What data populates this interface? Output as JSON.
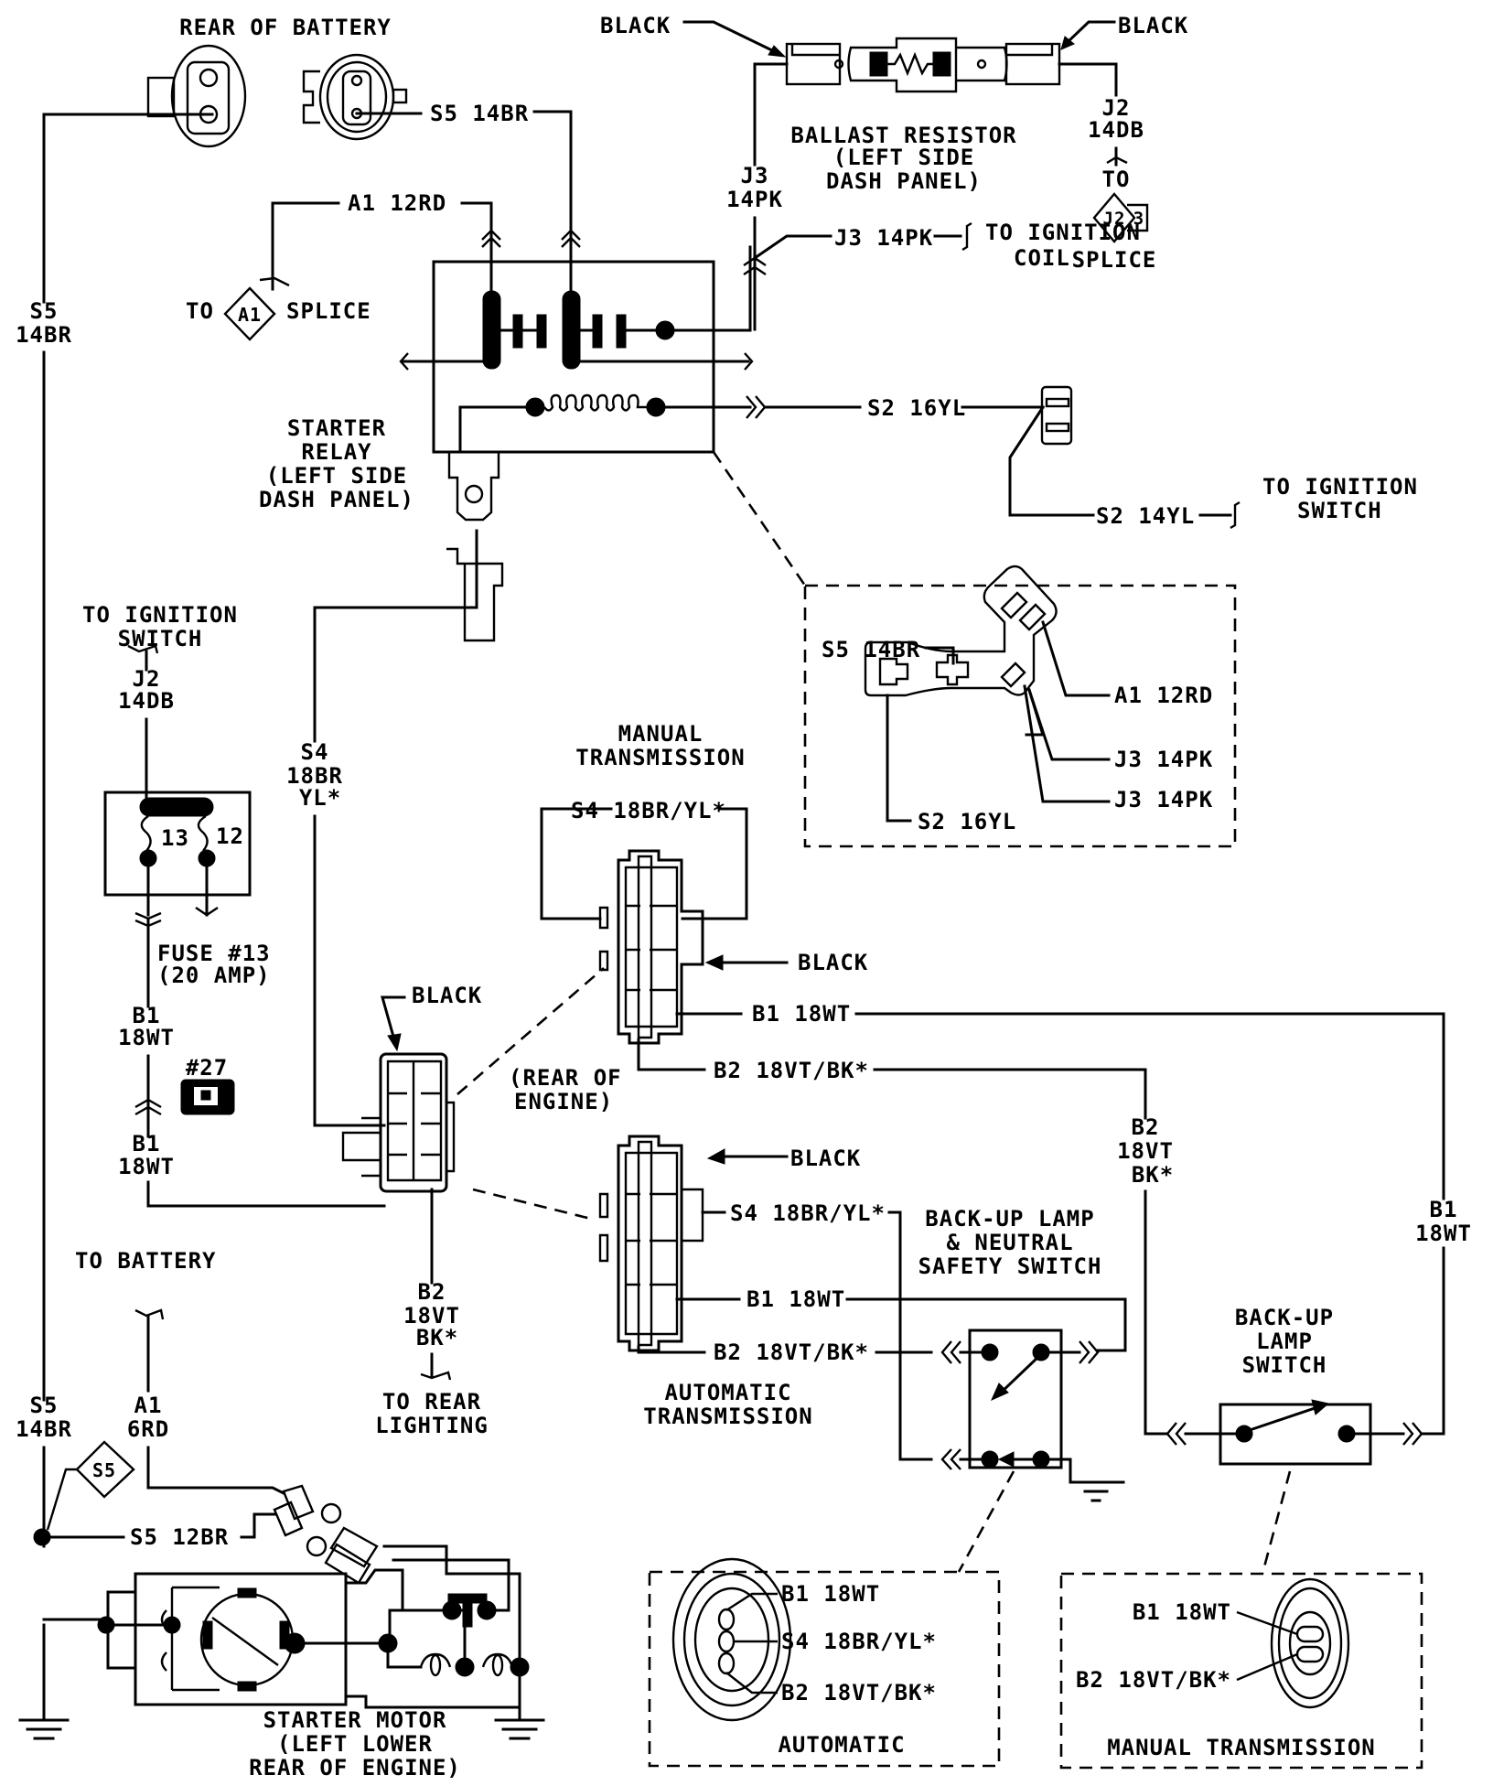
{
  "diagram": {
    "title": "Starting / Ignition / Back-up Lamp Wiring",
    "components": {
      "rear_of_battery": "REAR OF BATTERY",
      "ballast_resistor": [
        "BALLAST RESISTOR",
        "(LEFT SIDE",
        "DASH PANEL)"
      ],
      "starter_relay": [
        "STARTER",
        "RELAY",
        "(LEFT SIDE",
        "DASH PANEL)"
      ],
      "fuse": [
        "FUSE #13",
        "(20 AMP)"
      ],
      "fuse_numbers": [
        "13",
        "12"
      ],
      "connector_27": "#27",
      "rear_of_engine": [
        "(REAR OF",
        "ENGINE)"
      ],
      "manual_transmission": [
        "MANUAL",
        "TRANSMISSION"
      ],
      "automatic_transmission": [
        "AUTOMATIC",
        "TRANSMISSION"
      ],
      "backup_neutral_switch": [
        "BACK-UP LAMP",
        "& NEUTRAL",
        "SAFETY SWITCH"
      ],
      "backup_lamp_switch": [
        "BACK-UP",
        "LAMP",
        "SWITCH"
      ],
      "starter_motor": [
        "STARTER MOTOR",
        "(LEFT LOWER",
        "REAR OF ENGINE)"
      ],
      "detail_automatic": "AUTOMATIC",
      "detail_manual": "MANUAL TRANSMISSION"
    },
    "destinations": {
      "to_ignition_coil": [
        "TO IGNITION",
        "COIL"
      ],
      "to_ignition_switch_right": [
        "TO IGNITION",
        "SWITCH"
      ],
      "to_ignition_switch_left": [
        "TO IGNITION",
        "SWITCH"
      ],
      "to_battery": "TO BATTERY",
      "to_rear_lighting": [
        "TO REAR",
        "LIGHTING"
      ],
      "to_a1_splice": {
        "to": "TO",
        "id": "A1",
        "splice": "SPLICE"
      },
      "to_j2_splice": {
        "to": "TO",
        "id": "J2",
        "num": "3",
        "splice": "SPLICE"
      },
      "s5_splice": "S5"
    },
    "connector_colors": {
      "ballast_left": "BLACK",
      "ballast_right": "BLACK",
      "engine_connector": "BLACK",
      "manual_connector": "BLACK",
      "auto_connector": "BLACK"
    },
    "wires": {
      "s5_14br_top": "S5 14BR",
      "a1_12rd": "A1 12RD",
      "j3_14pk_vert": [
        "J3",
        "14PK"
      ],
      "j3_14pk_coil": "J3 14PK",
      "j2_14db_right": [
        "J2",
        "14DB"
      ],
      "s5_14br_left": [
        "S5",
        "14BR"
      ],
      "s2_16yl": "S2 16YL",
      "s2_14yl": "S2 14YL",
      "j2_14db_left": [
        "J2",
        "14DB"
      ],
      "s4_18br_yl": [
        "S4",
        "18BR",
        "YL*"
      ],
      "b1_18wt_a": [
        "B1",
        "18WT"
      ],
      "b1_18wt_b": [
        "B1",
        "18WT"
      ],
      "b2_18vt_bk_rear": [
        "B2",
        "18VT",
        "BK*"
      ],
      "s4_manual": "S4 18BR/YL*",
      "b1_manual": "B1 18WT",
      "b2_manual": "B2 18VT/BK*",
      "b2_vert": [
        "B2",
        "18VT",
        "BK*"
      ],
      "b1_vert": [
        "B1",
        "18WT"
      ],
      "s4_auto": "S4 18BR/YL*",
      "b1_auto": "B1 18WT",
      "b2_auto": "B2 18VT/BK*",
      "s5_14br_lower": [
        "S5",
        "14BR"
      ],
      "a1_6rd": [
        "A1",
        "6RD"
      ],
      "s5_12br": "S5 12BR"
    },
    "relay_detail": {
      "s5": "S5 14BR",
      "a1": "A1 12RD",
      "j3a": "J3 14PK",
      "j3b": "J3 14PK",
      "s2": "S2 16YL"
    },
    "auto_detail": {
      "b1": "B1 18WT",
      "s4": "S4 18BR/YL*",
      "b2": "B2 18VT/BK*"
    },
    "manual_detail": {
      "b1": "B1 18WT",
      "b2": "B2 18VT/BK*"
    }
  }
}
